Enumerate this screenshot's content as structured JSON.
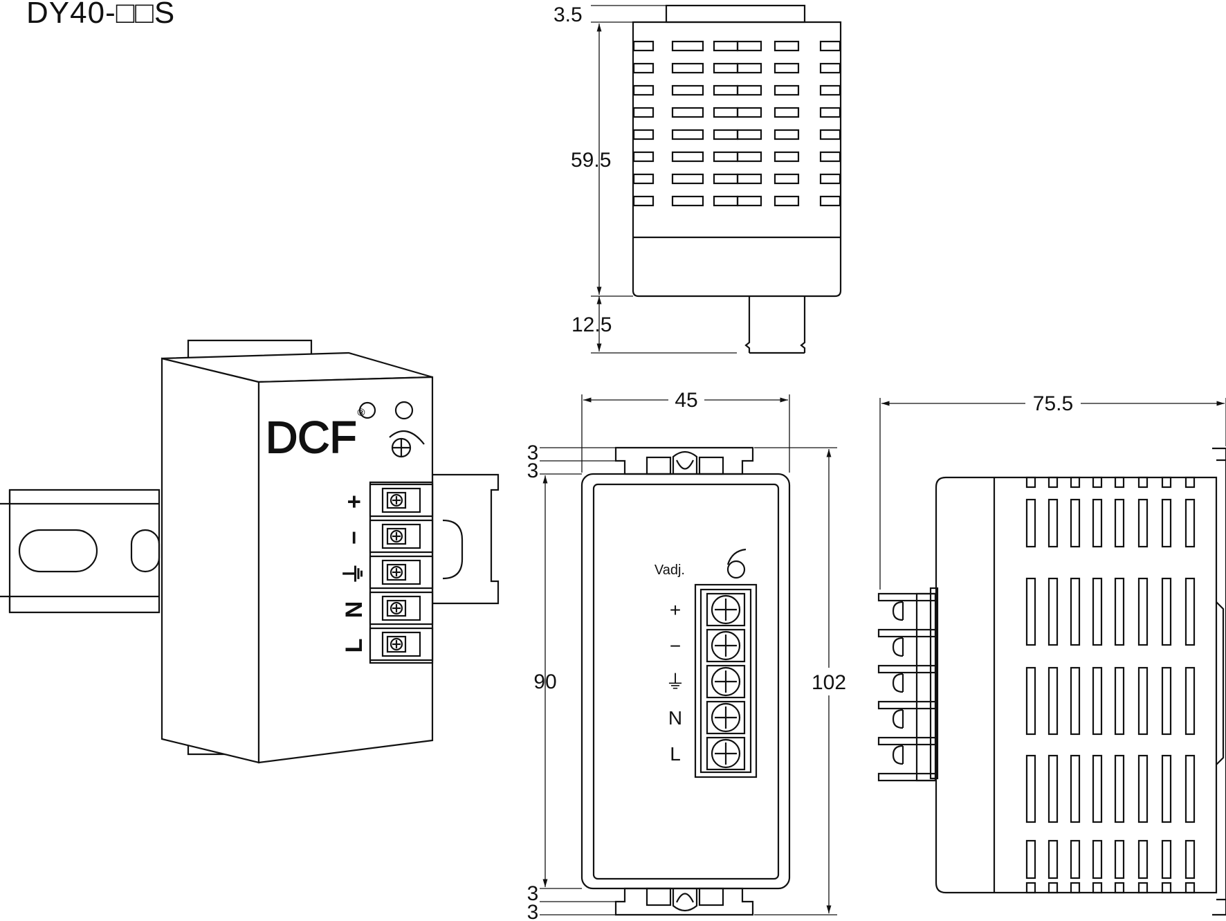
{
  "title": "DY40-□□S",
  "brand": {
    "logo_text": "DCF",
    "registered_mark": "®"
  },
  "perspective_terminals": [
    "+",
    "−",
    "⏚",
    "N",
    "L"
  ],
  "front_terminals": [
    "+",
    "−",
    "⏚",
    "N",
    "L"
  ],
  "front_adjust_label": "Vadj.",
  "dimensions": {
    "top_offset": "3.5",
    "body_height": "59.5",
    "rail_depth": "12.5",
    "width": "45",
    "inner_height": "90",
    "total_height": "102",
    "flange_1": "3",
    "flange_2": "3",
    "flange_3": "3",
    "flange_4": "3",
    "depth": "75.5"
  },
  "colors": {
    "line": "#111111",
    "background": "#ffffff"
  }
}
